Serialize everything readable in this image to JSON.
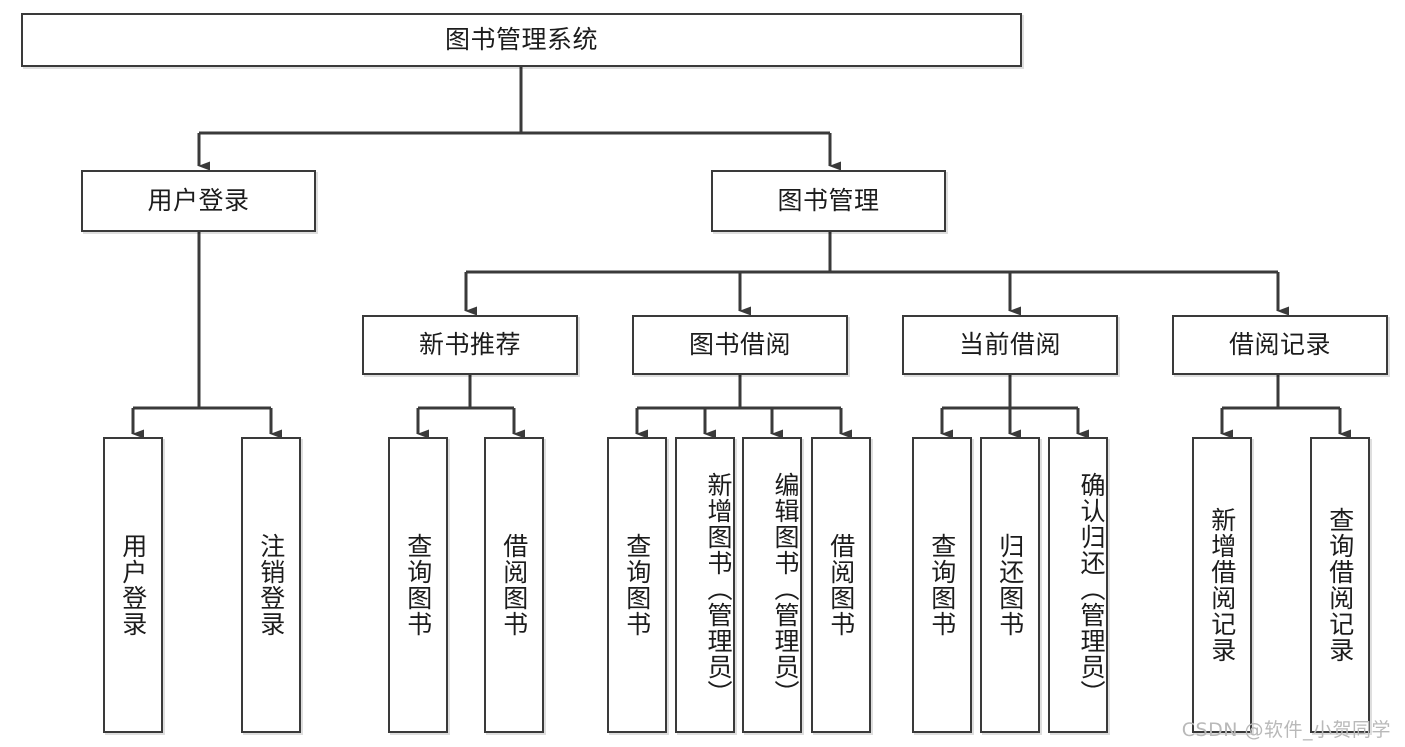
{
  "diagram": {
    "title": "图书管理系统",
    "type": "hierarchy-tree",
    "root": {
      "id": "root",
      "label": "图书管理系统",
      "level": 1
    },
    "level2": [
      {
        "id": "user-login",
        "label": "用户登录"
      },
      {
        "id": "book-manage",
        "label": "图书管理"
      }
    ],
    "level3": [
      {
        "id": "new-book-recommend",
        "label": "新书推荐",
        "parent": "book-manage"
      },
      {
        "id": "book-borrow",
        "label": "图书借阅",
        "parent": "book-manage"
      },
      {
        "id": "current-borrow",
        "label": "当前借阅",
        "parent": "book-manage"
      },
      {
        "id": "borrow-record",
        "label": "借阅记录",
        "parent": "book-manage"
      }
    ],
    "leaves": [
      {
        "id": "leaf-user-login",
        "label": "用户登录",
        "parent": "user-login"
      },
      {
        "id": "leaf-user-logout",
        "label": "注销登录",
        "parent": "user-login"
      },
      {
        "id": "leaf-query-book-1",
        "label": "查询图书",
        "parent": "new-book-recommend"
      },
      {
        "id": "leaf-borrow-book-1",
        "label": "借阅图书",
        "parent": "new-book-recommend"
      },
      {
        "id": "leaf-query-book-2",
        "label": "查询图书",
        "parent": "book-borrow"
      },
      {
        "id": "leaf-add-book",
        "label": "新增图书（管理员）",
        "parent": "book-borrow"
      },
      {
        "id": "leaf-edit-book",
        "label": "编辑图书（管理员）",
        "parent": "book-borrow"
      },
      {
        "id": "leaf-borrow-book-2",
        "label": "借阅图书",
        "parent": "book-borrow"
      },
      {
        "id": "leaf-query-book-3",
        "label": "查询图书",
        "parent": "current-borrow"
      },
      {
        "id": "leaf-return-book",
        "label": "归还图书",
        "parent": "current-borrow"
      },
      {
        "id": "leaf-confirm-return",
        "label": "确认归还（管理员）",
        "parent": "current-borrow"
      },
      {
        "id": "leaf-add-record",
        "label": "新增借阅记录",
        "parent": "borrow-record"
      },
      {
        "id": "leaf-query-record",
        "label": "查询借阅记录",
        "parent": "borrow-record"
      }
    ],
    "colors": {
      "stroke": "#3a3a3a",
      "fill": "#ffffff",
      "text": "#1c1c1c",
      "watermark": "#b9b9b9"
    }
  },
  "watermark": {
    "text": "CSDN @软件_小贺同学"
  }
}
